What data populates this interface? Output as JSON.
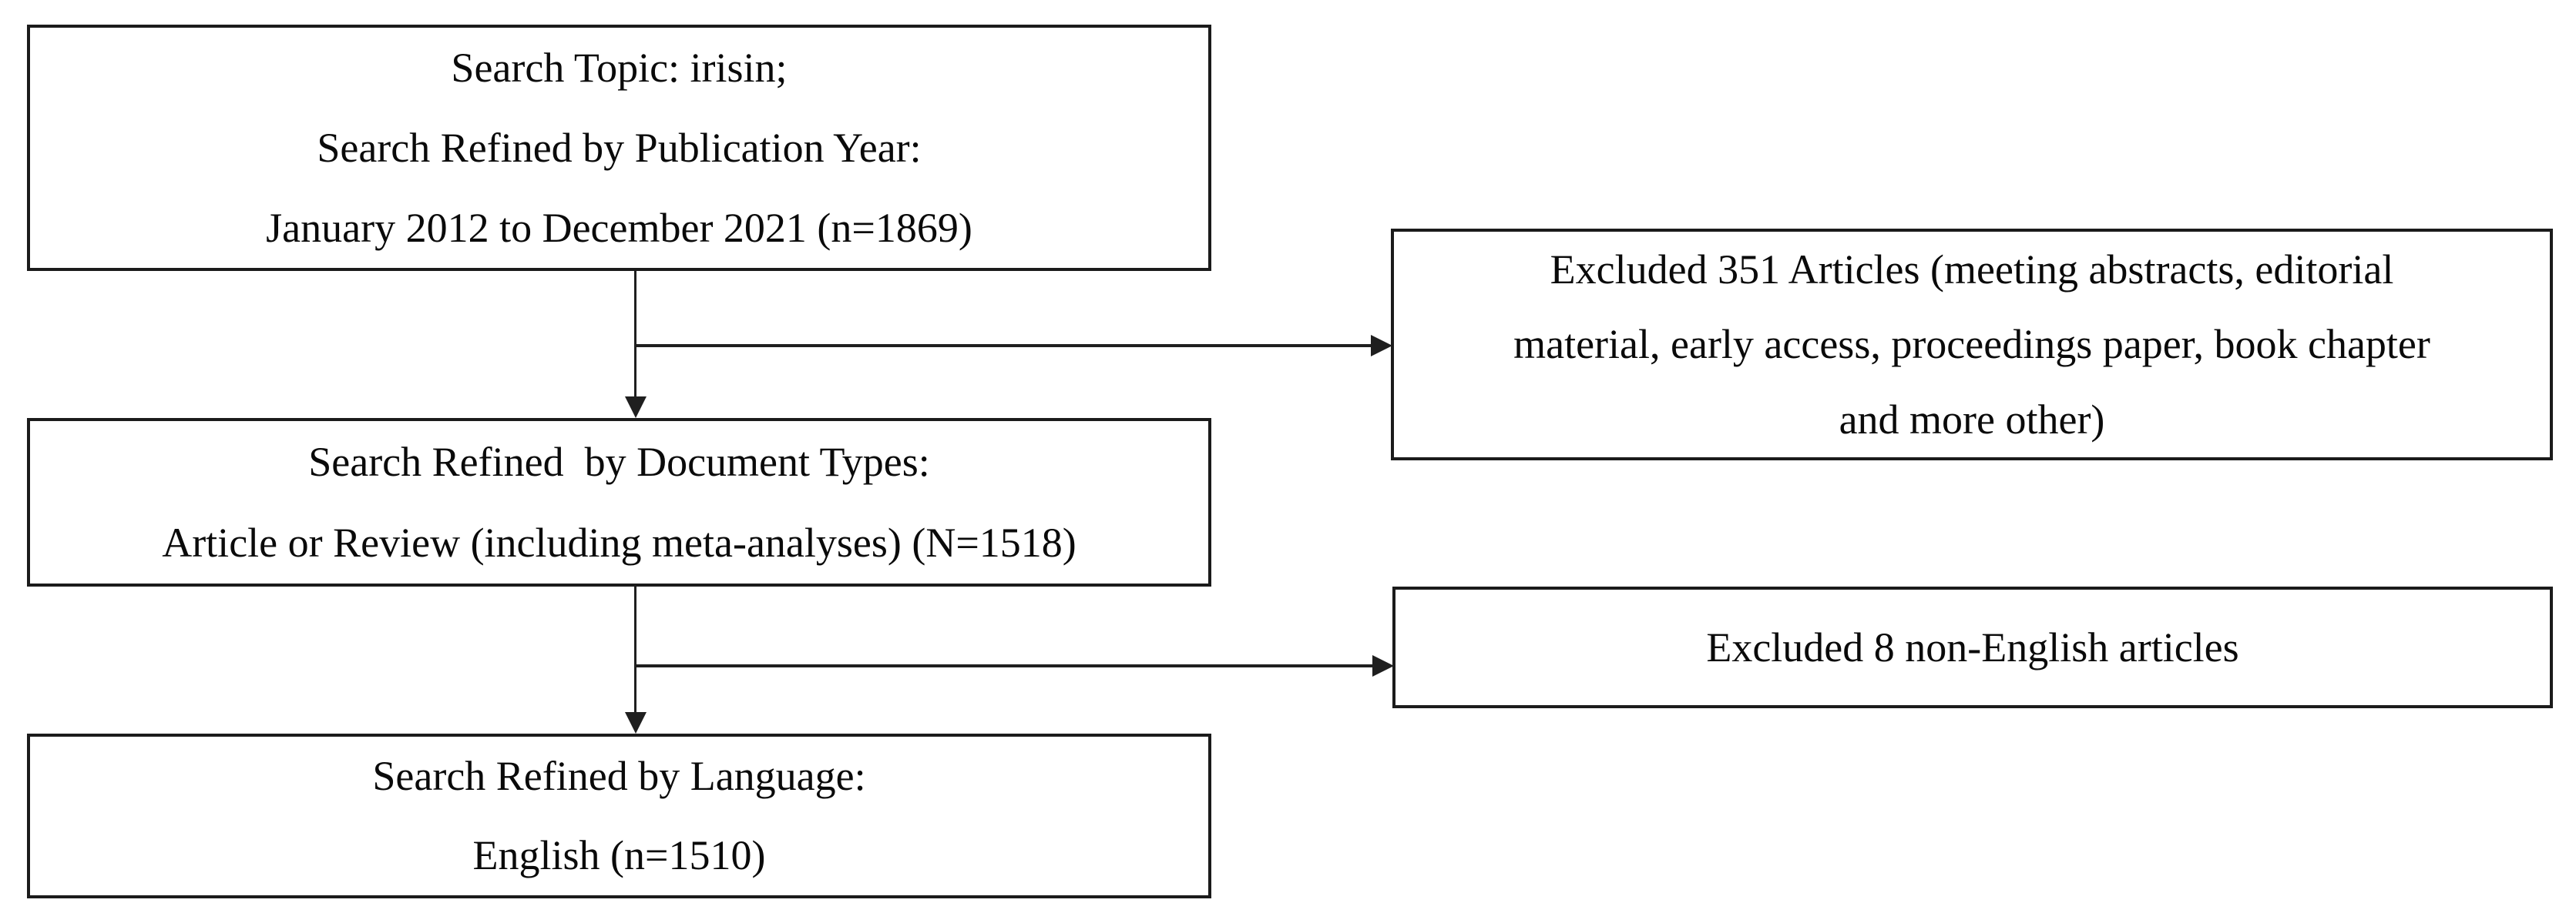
{
  "figure": {
    "type": "flowchart",
    "background": "#ffffff",
    "line_color": "#1f1f1f",
    "text_color": "#0a0a0a",
    "nodes": {
      "search_topic": {
        "lines": [
          "Search Topic: irisin;",
          "Search Refined by Publication Year:",
          "January 2012 to December 2021 (n=1869)"
        ]
      },
      "document_types": {
        "lines": [
          "Search Refined  by Document Types:",
          "Article or Review (including meta-analyses) (N=1518)"
        ]
      },
      "language": {
        "lines": [
          "Search Refined by Language:",
          "English (n=1510)"
        ]
      },
      "excluded_document_types": {
        "lines": [
          "Excluded 351 Articles (meeting abstracts, editorial",
          "material, early access, proceedings paper, book chapter",
          "and more other)"
        ]
      },
      "excluded_language": {
        "lines": [
          "Excluded 8 non-English articles"
        ]
      }
    },
    "edges": [
      {
        "from": "search_topic",
        "to": "document_types",
        "type": "arrow-down"
      },
      {
        "from": "search_topic",
        "to": "excluded_document_types",
        "type": "arrow-right-branch"
      },
      {
        "from": "document_types",
        "to": "language",
        "type": "arrow-down"
      },
      {
        "from": "document_types",
        "to": "excluded_language",
        "type": "arrow-right-branch"
      }
    ]
  }
}
